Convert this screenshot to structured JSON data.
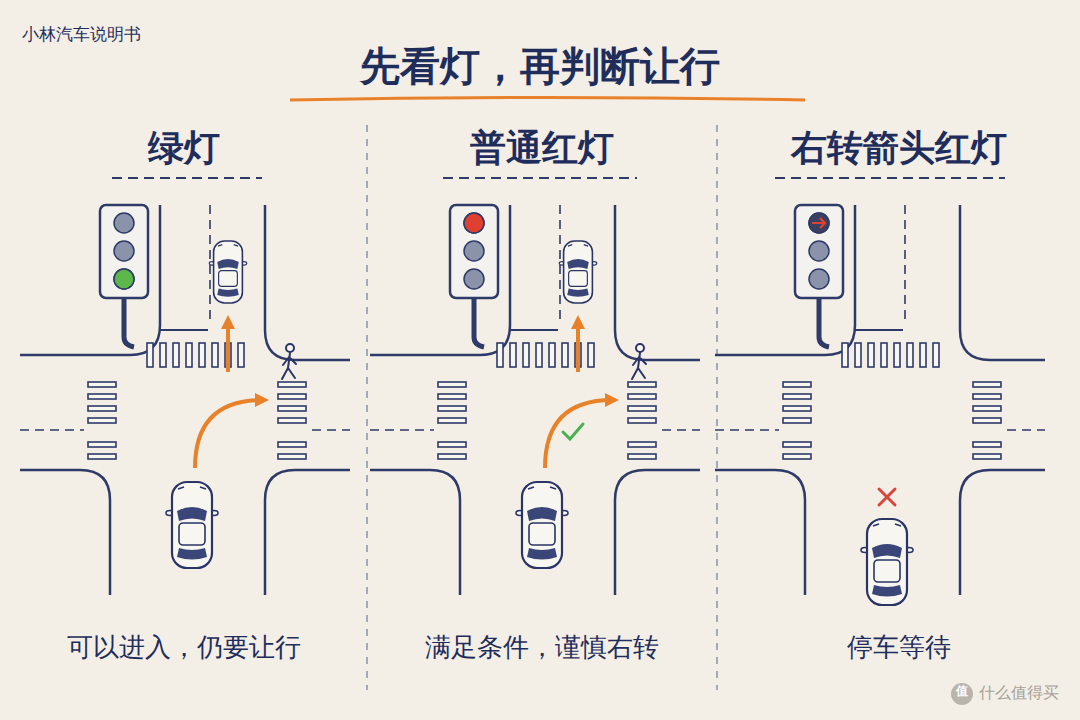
{
  "diagram": {
    "title": "先看灯，再判断让行",
    "nodes": [
      {
        "text": [
          "绿灯",
          "可以进入，仍要让行"
        ]
      },
      {
        "text": [
          "普通红灯",
          "满足条件，谨慎右转"
        ]
      },
      {
        "text": [
          "右转箭头红灯",
          "停车等待"
        ]
      }
    ],
    "labels": [
      "小林汽车说明书",
      "值",
      "什么值得买"
    ]
  }
}
